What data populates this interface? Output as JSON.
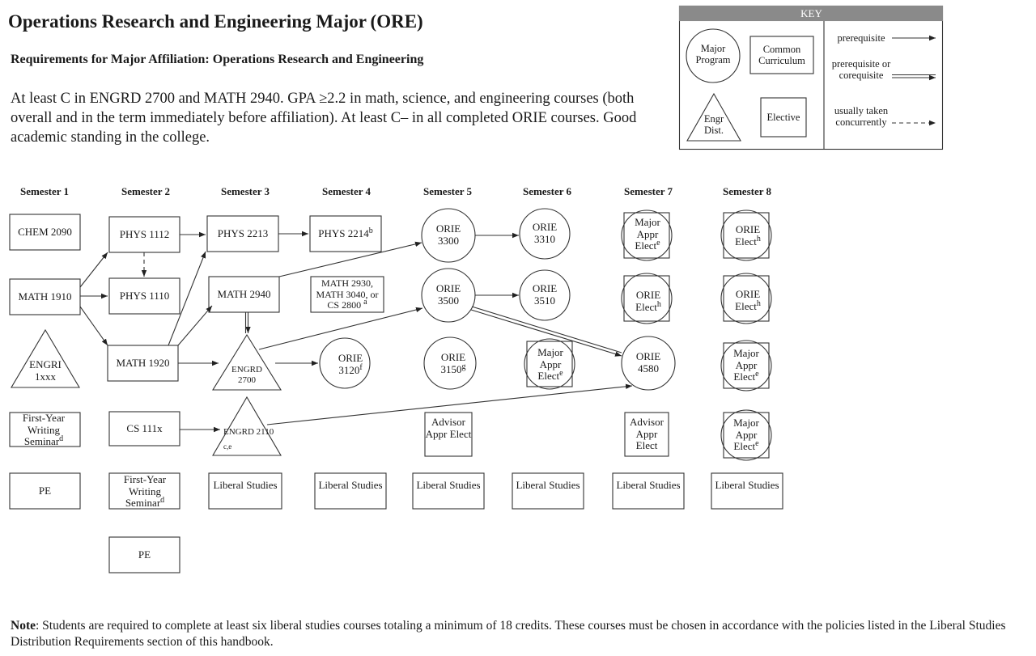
{
  "title": "Operations Research and Engineering Major (ORE)",
  "subtitle": "Requirements for Major Affiliation:  Operations Research and Engineering",
  "intro": "At least C in ENGRD 2700 and MATH 2940. GPA ≥2.2 in math, science, and engineering courses (both overall and in the term immediately before affiliation). At least C– in all completed ORIE courses. Good academic standing in the college.",
  "note": {
    "label": "Note",
    "text": ": Students are required to complete at least six liberal studies courses totaling a minimum of 18 credits.  These courses must be chosen in accordance with the policies listed in the Liberal Studies Distribution Requirements section of this handbook."
  },
  "key": {
    "title": "KEY",
    "major_program": "Major Program",
    "common_curriculum": "Common Curriculum",
    "engr_dist": "Engr Dist.",
    "elective": "Elective",
    "prerequisite": "prerequisite",
    "prereq_or_coreq": "prerequisite or corequisite",
    "usually_concurrent": "usually taken concurrently"
  },
  "semesters": [
    "Semester 1",
    "Semester 2",
    "Semester 3",
    "Semester 4",
    "Semester 5",
    "Semester 6",
    "Semester 7",
    "Semester 8"
  ],
  "courses": {
    "chem2090": "CHEM 2090",
    "math1910": "MATH 1910",
    "engri1xxx": "ENGRI 1xxx",
    "fws1": "First-Year Writing Seminar",
    "fws1_sup": "d",
    "pe1": "PE",
    "phys1112": "PHYS 1112",
    "phys1110": "PHYS 1110",
    "math1920": "MATH 1920",
    "cs111x": "CS 111x",
    "fws2": "First-Year Writing Seminar",
    "fws2_sup": "d",
    "pe2": "PE",
    "phys2213": "PHYS 2213",
    "math2940": "MATH 2940",
    "engrd2700": "ENGRD 2700",
    "engrd2110": "ENGRD 2110",
    "engrd2110_sup": "c,e",
    "ls3": "Liberal Studies",
    "phys2214": "PHYS 2214",
    "phys2214_sup": "b",
    "math2930": "MATH 2930, MATH 3040, or CS 2800",
    "math2930_sup": "a",
    "orie3120": "ORIE 3120",
    "orie3120_sup": "f",
    "ls4": "Liberal Studies",
    "orie3300": "ORIE 3300",
    "orie3500": "ORIE 3500",
    "orie3150": "ORIE 3150",
    "orie3150_sup": "g",
    "advisor5": "Advisor Appr Elect",
    "ls5": "Liberal Studies",
    "orie3310": "ORIE 3310",
    "orie3510": "ORIE 3510",
    "major6": "Major Appr Elect",
    "major6_sup": "e",
    "ls6": "Liberal Studies",
    "major7": "Major Appr Elect",
    "major7_sup": "e",
    "orieelect7": "ORIE Elect",
    "orieelect7_sup": "h",
    "orie4580": "ORIE 4580",
    "advisor7": "Advisor Appr Elect",
    "ls7": "Liberal Studies",
    "orieelect8a": "ORIE Elect",
    "orieelect8a_sup": "h",
    "orieelect8b": "ORIE Elect",
    "orieelect8b_sup": "h",
    "major8a": "Major Appr Elect",
    "major8a_sup": "e",
    "major8b": "Major Appr Elect",
    "major8b_sup": "e",
    "ls8": "Liberal Studies"
  }
}
